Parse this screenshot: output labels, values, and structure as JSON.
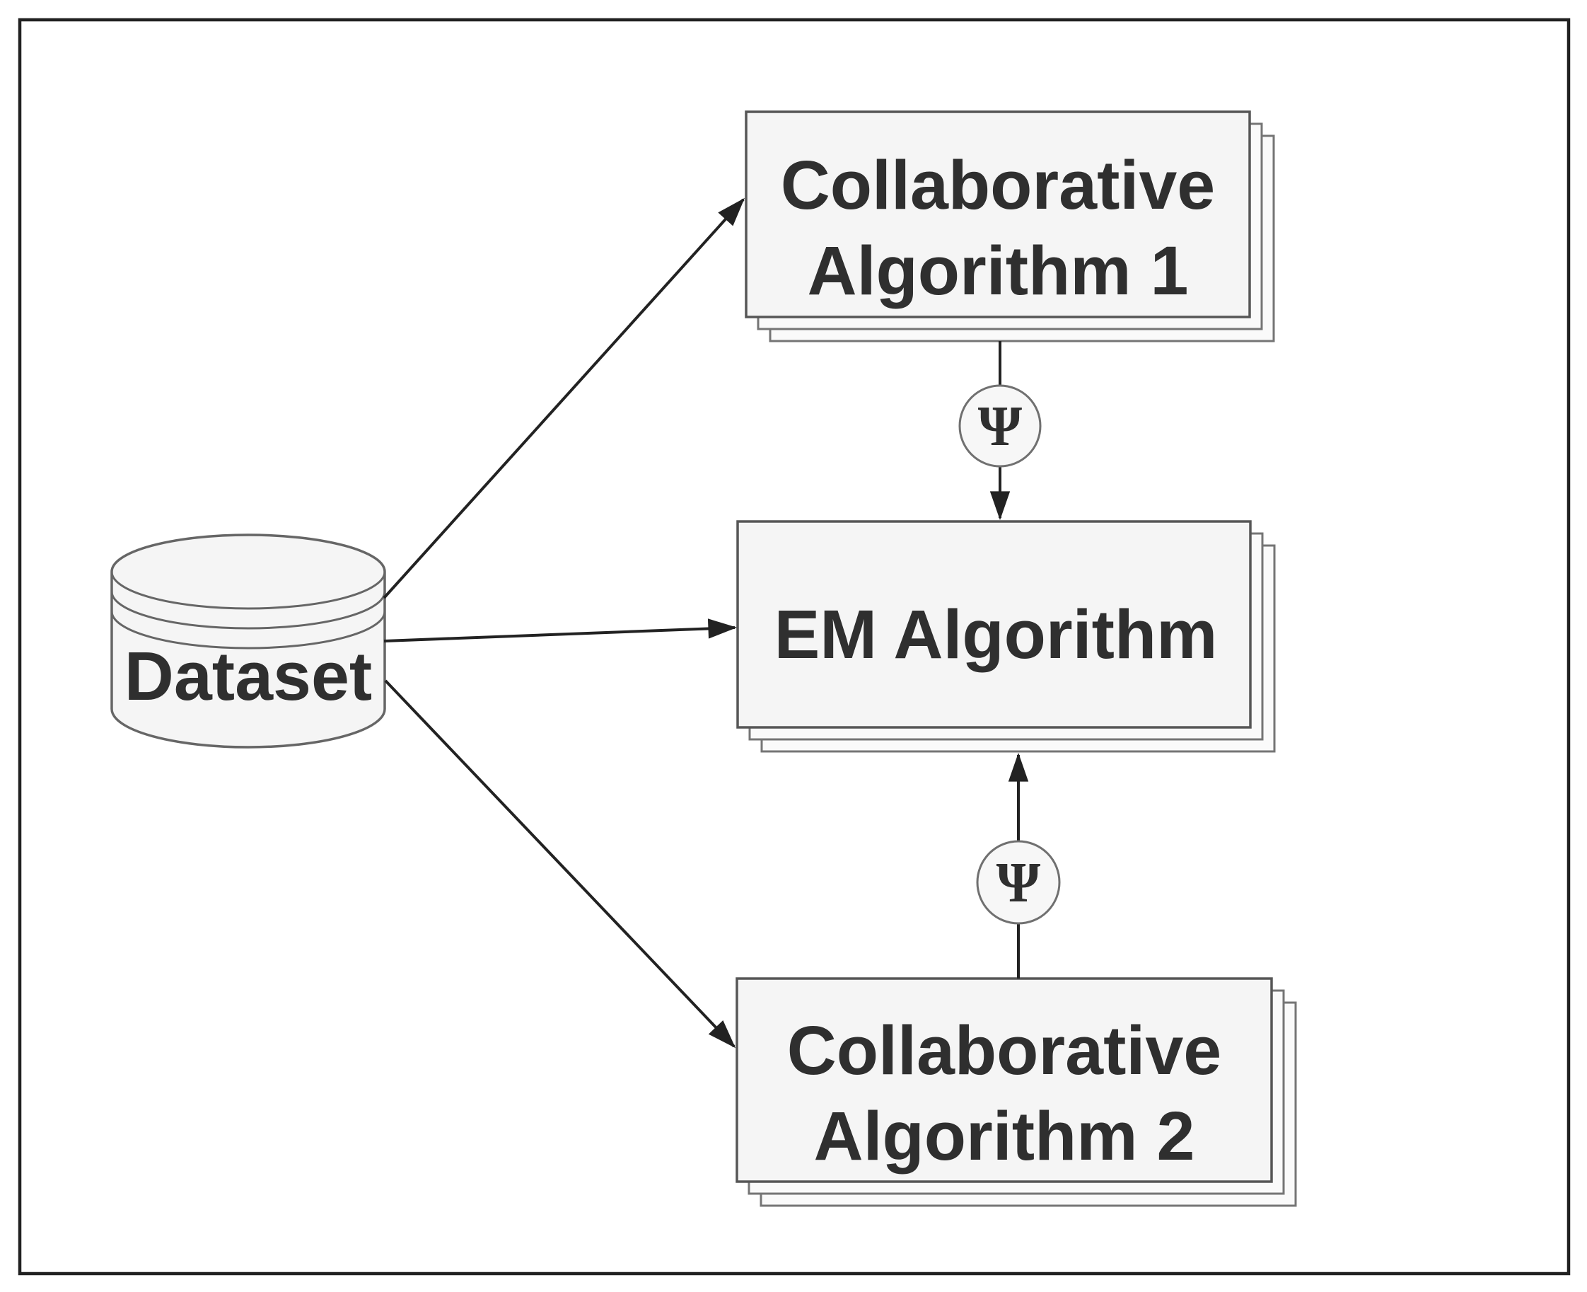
{
  "diagram": {
    "type": "flowchart",
    "description": "Dataset feeding two collaborative algorithms and an EM algorithm; both collaborative algorithms pass Psi parameters into the EM algorithm"
  },
  "colors": {
    "background": "#ffffff",
    "frame_stroke": "#212121",
    "node_fill": "#f5f5f5",
    "node_stroke": "#565656",
    "layer_fill": "#fafafa",
    "layer_stroke": "#757575",
    "cylinder_stroke": "#666666",
    "text": "#2f2f2f",
    "arrow": "#222222",
    "circle_fill": "#f7f7f7",
    "circle_stroke": "#707070"
  },
  "nodes": {
    "dataset": {
      "label": "Dataset",
      "shape": "cylinder"
    },
    "collab1": {
      "label": "Collaborative Algorithm 1",
      "lines": [
        "Collaborative",
        "Algorithm 1"
      ],
      "shape": "stacked-rectangle"
    },
    "em": {
      "label": "EM Algorithm",
      "lines": [
        "EM Algorithm"
      ],
      "shape": "stacked-rectangle"
    },
    "collab2": {
      "label": "Collaborative Algorithm 2",
      "lines": [
        "Collaborative",
        "Algorithm 2"
      ],
      "shape": "stacked-rectangle"
    }
  },
  "connectors": {
    "psi1": {
      "symbol": "Ψ"
    },
    "psi2": {
      "symbol": "Ψ"
    }
  },
  "edges": [
    {
      "from": "dataset",
      "to": "collab1"
    },
    {
      "from": "dataset",
      "to": "em"
    },
    {
      "from": "dataset",
      "to": "collab2"
    },
    {
      "from": "collab1",
      "to": "em",
      "via": "psi1"
    },
    {
      "from": "collab2",
      "to": "em",
      "via": "psi2"
    }
  ]
}
